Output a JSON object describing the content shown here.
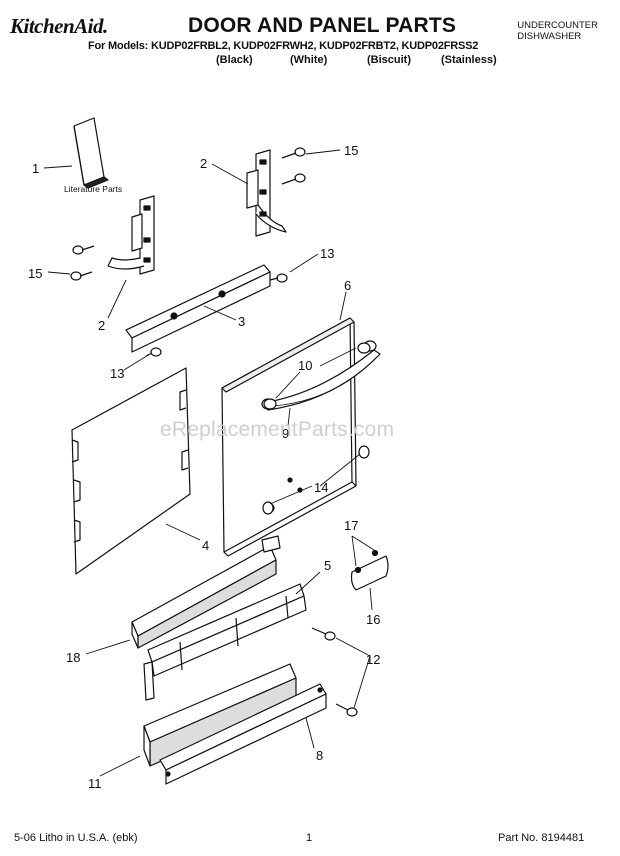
{
  "header": {
    "brand": "KitchenAid.",
    "title": "DOOR AND PANEL PARTS",
    "appliance_line1": "UNDERCOUNTER",
    "appliance_line2": "DISHWASHER",
    "models_prefix": "For Models:",
    "models": "KUDP02FRBL2, KUDP02FRWH2, KUDP02FRBT2, KUDP02FRSS2",
    "colors": [
      "(Black)",
      "(White)",
      "(Biscuit)",
      "(Stainless)"
    ]
  },
  "watermark": "eReplacementParts.com",
  "literature_label": "Literature Parts",
  "callouts": [
    "1",
    "2",
    "15",
    "15",
    "2",
    "13",
    "3",
    "6",
    "13",
    "10",
    "4",
    "9",
    "14",
    "17",
    "5",
    "18",
    "16",
    "12",
    "11",
    "8"
  ],
  "footer": {
    "left": "5-06 Litho in U.S.A. (ebk)",
    "center": "1",
    "right": "Part No. 8194481"
  }
}
